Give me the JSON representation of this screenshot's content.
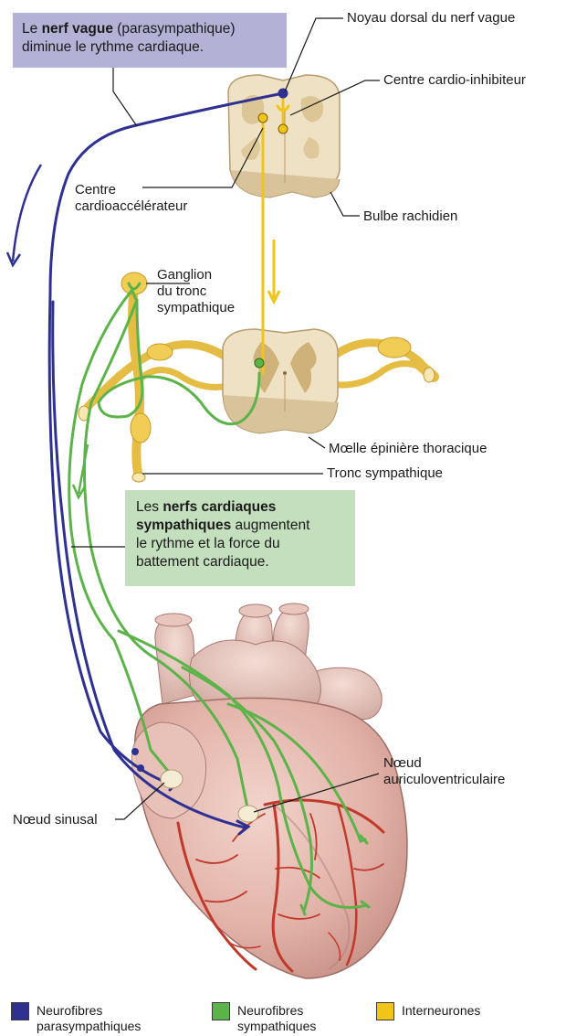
{
  "colors": {
    "parasympathetic": "#2e3192",
    "sympathetic": "#5cb34a",
    "interneuron": "#f0c419",
    "vagus_box_bg": "#b3b2d6",
    "sympa_box_bg": "#c4dfbd",
    "heart": "#e2b4ac",
    "coronary": "#c0392b",
    "cord": "#efe2c4"
  },
  "labels": {
    "noyau_dorsal": "Noyau dorsal du nerf vague",
    "centre_inhibiteur": "Centre cardio-inhibiteur",
    "centre_accelerateur_1": "Centre",
    "centre_accelerateur_2": "cardioaccélérateur",
    "bulbe": "Bulbe rachidien",
    "ganglion_1": "Ganglion",
    "ganglion_2": "du tronc",
    "ganglion_3": "sympathique",
    "moelle": "Mœlle épinière thoracique",
    "tronc": "Tronc sympathique",
    "noeud_av_1": "Nœud",
    "noeud_av_2": "auriculoventriculaire",
    "noeud_sinusal": "Nœud sinusal"
  },
  "vagus_box": {
    "pre": "Le ",
    "bold": "nerf vague",
    "post": " (parasympathique)",
    "line2": "diminue le rythme cardiaque."
  },
  "sympa_box": {
    "pre": "Les ",
    "bold1": "nerfs cardiaques",
    "bold2": "sympathiques",
    "post": " augmentent",
    "line3": "le rythme et la force du",
    "line4": "battement cardiaque."
  },
  "legend": [
    {
      "label_1": "Neurofibres",
      "label_2": "parasympathiques",
      "color": "#2e3192"
    },
    {
      "label_1": "Neurofibres",
      "label_2": "sympathiques",
      "color": "#5cb34a"
    },
    {
      "label_1": "Interneurones",
      "label_2": "",
      "color": "#f0c419"
    }
  ]
}
